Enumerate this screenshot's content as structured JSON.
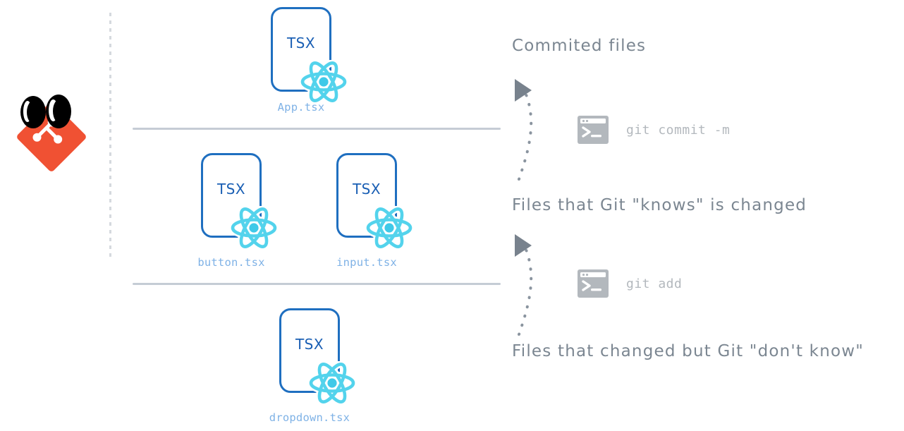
{
  "meta": {
    "title": "Git file states diagram",
    "background": "#ffffff"
  },
  "colors": {
    "git_red": "#f05133",
    "card_border": "#1f6fc0",
    "tsx_text": "#1a5fb4",
    "react_cyan": "#53d3ec",
    "filename": "#7fb2e6",
    "heading_gray": "#7b8691",
    "divider": "#c5ccd5",
    "dotted_guide": "#d5d9de",
    "terminal_gray": "#b3b8bd"
  },
  "logo": {
    "name": "git-logo",
    "icon": "git-branch-diamond-with-eyes"
  },
  "files": [
    {
      "id": "app",
      "badge": "TSX",
      "name": "App.tsx",
      "icon": "react-logo-icon",
      "group": "committed"
    },
    {
      "id": "button",
      "badge": "TSX",
      "name": "button.tsx",
      "icon": "react-logo-icon",
      "group": "staged"
    },
    {
      "id": "input",
      "badge": "TSX",
      "name": "input.tsx",
      "icon": "react-logo-icon",
      "group": "staged"
    },
    {
      "id": "dropdown",
      "badge": "TSX",
      "name": "dropdown.tsx",
      "icon": "react-logo-icon",
      "group": "modified"
    }
  ],
  "annotations": {
    "headings": [
      {
        "id": "committed",
        "label": "Commited files"
      },
      {
        "id": "staged",
        "label": "Files that Git \"knows\" is changed"
      },
      {
        "id": "modified",
        "label": "Files that changed but Git \"don't know\""
      }
    ],
    "commands": [
      {
        "id": "commit",
        "icon": "terminal-icon",
        "label": "git commit -m"
      },
      {
        "id": "add",
        "icon": "terminal-icon",
        "label": "git add"
      }
    ],
    "arrows": [
      {
        "id": "arrow-commit",
        "icon": "dotted-curved-arrow-icon",
        "direction": "up"
      },
      {
        "id": "arrow-add",
        "icon": "dotted-curved-arrow-icon",
        "direction": "up"
      }
    ]
  }
}
